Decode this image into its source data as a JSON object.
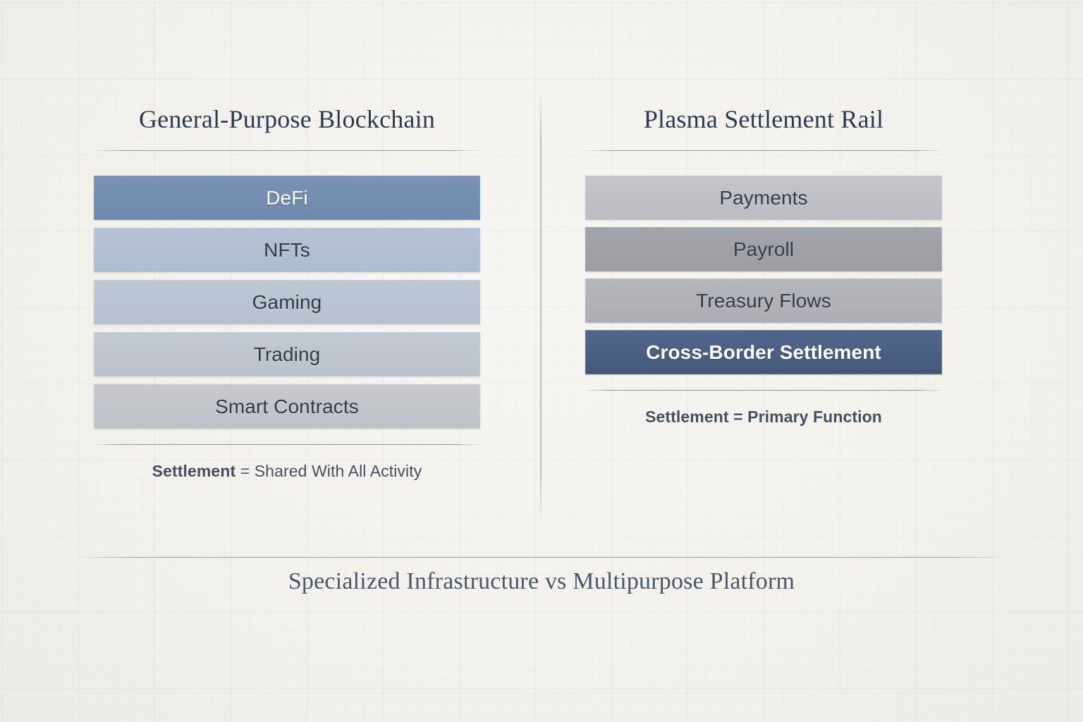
{
  "background": {
    "paper_color": "#f5f4f0",
    "grid_color": "#787d82"
  },
  "columns": [
    {
      "id": "general-purpose-blockchain",
      "title": "General-Purpose Blockchain",
      "bars": [
        {
          "label": "DeFi",
          "fill_top": "#7a93b4",
          "fill_bottom": "#6e89ad",
          "text_color": "#ffffff",
          "emphasis": "highlight"
        },
        {
          "label": "NFTs",
          "fill_top": "#b6c3d4",
          "fill_bottom": "#adbccf",
          "text_color": "#333b47",
          "emphasis": "normal"
        },
        {
          "label": "Gaming",
          "fill_top": "#bec7d4",
          "fill_bottom": "#b6c0ce",
          "text_color": "#333b47",
          "emphasis": "normal"
        },
        {
          "label": "Trading",
          "fill_top": "#c3c8d2",
          "fill_bottom": "#bcc2cd",
          "text_color": "#333b47",
          "emphasis": "normal"
        },
        {
          "label": "Smart Contracts",
          "fill_top": "#c6c8cd",
          "fill_bottom": "#bfc2c8",
          "text_color": "#333b47",
          "emphasis": "normal"
        }
      ],
      "note_prefix": "Settlement",
      "note_rest": " = Shared With All Activity",
      "note_full": "Settlement = Shared With All Activity",
      "note_style": "prefix-bold"
    },
    {
      "id": "plasma-settlement-rail",
      "title": "Plasma Settlement Rail",
      "bars": [
        {
          "label": "Payments",
          "fill_top": "#c3c5ca",
          "fill_bottom": "#bbbdc3",
          "text_color": "#333b47",
          "emphasis": "normal"
        },
        {
          "label": "Payroll",
          "fill_top": "#a3a5aa",
          "fill_bottom": "#9b9da3",
          "text_color": "#333b47",
          "emphasis": "normal"
        },
        {
          "label": "Treasury Flows",
          "fill_top": "#b4b6bb",
          "fill_bottom": "#acaeb4",
          "text_color": "#333b47",
          "emphasis": "normal"
        },
        {
          "label": "Cross-Border Settlement",
          "fill_top": "#4f6party",
          "fill_bottom": "#45587a",
          "text_color": "#ffffff",
          "emphasis": "highlight-bold"
        }
      ],
      "note_prefix": "Settlement",
      "note_rest": " = Primary Function",
      "note_full": "Settlement = Primary Function",
      "note_style": "all-bold"
    }
  ],
  "footer": {
    "caption": "Specialized Infrastructure vs Multipurpose Platform"
  },
  "palette": {
    "title_color": "#2e3a4d",
    "footer_color": "#4a5568",
    "note_color": "#454f5e",
    "accent_blue": "#6e89ad",
    "accent_dark_blue": "#4a5f80",
    "divider": "#9699a0"
  }
}
